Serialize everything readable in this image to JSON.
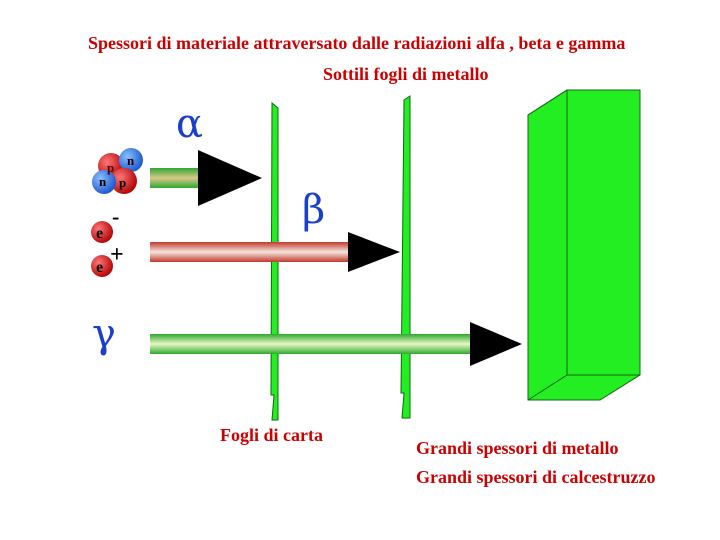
{
  "title": "Spessori di materiale attraversato dalle radiazioni alfa , beta e gamma",
  "subtitle": "Sottili fogli di metallo",
  "labels": {
    "paper": "Fogli di carta",
    "thick_metal": "Grandi spessori di metallo",
    "thick_concrete": "Grandi spessori di calcestruzzo"
  },
  "radiation": {
    "alpha": "α",
    "beta": "β",
    "gamma": "γ"
  },
  "particles": {
    "neutron": "n",
    "proton": "p",
    "electron": "e",
    "minus": "-",
    "plus": "+"
  },
  "colors": {
    "text": "#cc0000",
    "greek": "#1a3fcc",
    "sheet": "#22ee22",
    "proton": "#dd1111",
    "neutron": "#2277ee",
    "arrowhead": "#000000"
  }
}
